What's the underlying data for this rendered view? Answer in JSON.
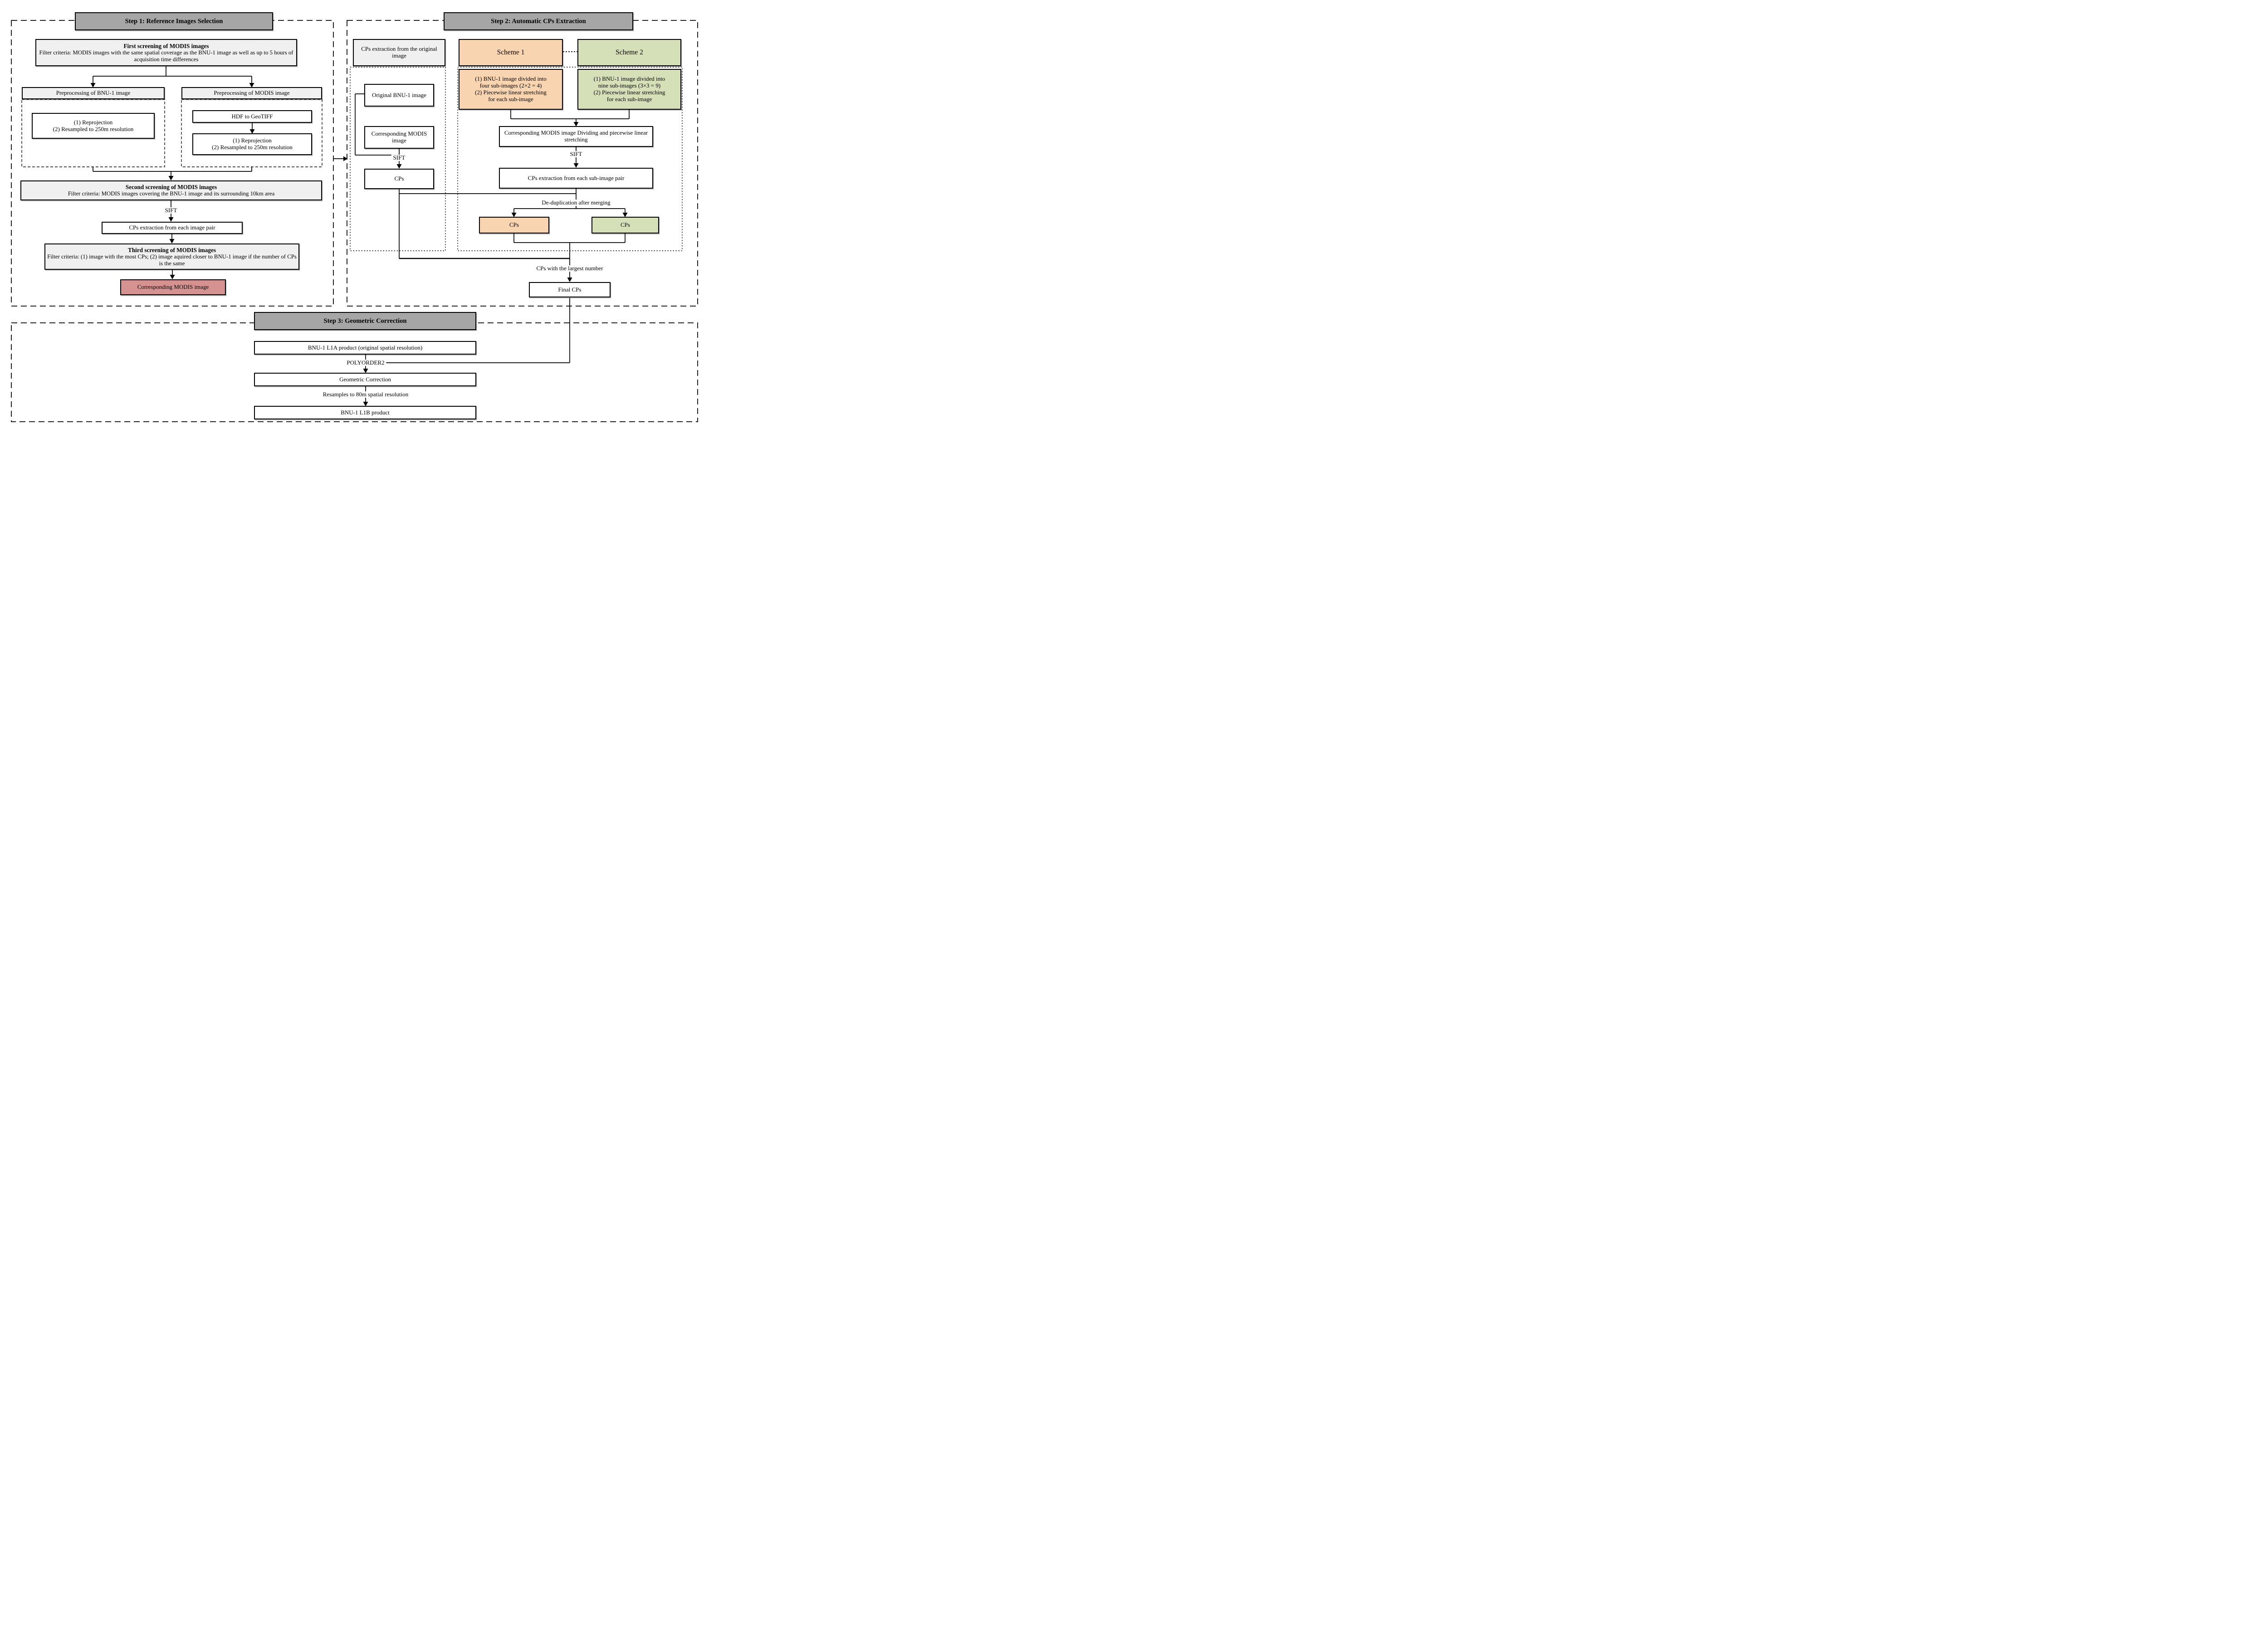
{
  "figure": {
    "type": "flowchart",
    "topic": "BNU-1 image geometric correction workflow"
  },
  "colors": {
    "step_header_gray": "#a6a6a6",
    "light_gray_box": "#f0f0f0",
    "scheme1_orange": "#f8d4b0",
    "scheme2_green": "#d5e0b9",
    "result_red": "#d69290"
  },
  "step1": {
    "header": "Step 1: Reference Images Selection",
    "first_screening": {
      "title": "First screening of MODIS  images",
      "body": "Filter criteria: MODIS images with the same spatial coverage as the BNU-1 image as well as up to 5 hours of acquisition time differences"
    },
    "preprocessing_bnu": "Preprocessing of BNU-1 image",
    "preprocessing_modis": "Preprocessing of MODIS image",
    "reprojection_bnu": "(1) Reprojection\n(2) Resampled to 250m resolution",
    "hdf_to_geotiff": "HDF to GeoTIFF",
    "reprojection_modis": "(1) Reprojection\n(2) Resampled to 250m resolution",
    "second_screening": {
      "title": "Second screening  of MODIS  images",
      "body": "Filter criteria: MODIS images covering the BNU-1 image and its surrounding 10km area"
    },
    "sift_label": "SIFT",
    "cps_extraction_pair": "CPs extraction from each image pair",
    "third_screening": {
      "title": "Third screening  of MODIS  images",
      "body": "Filter criteria: (1) image with the most CPs; (2) image aquired closer to BNU-1 image if the number of CPs is the same"
    },
    "corresponding_modis": "Corresponding MODIS image"
  },
  "step2": {
    "header": "Step 2: Automatic CPs Extraction",
    "cps_original_header": "CPs extraction from the original image",
    "original_bnu_image": "Original BNU-1 image",
    "corresponding_modis_image": "Corresponding MODIS image",
    "sift_left_label": "SIFT",
    "cps_left": "CPs",
    "scheme1": {
      "title": "Scheme 1",
      "detail": "(1) BNU-1 image divided into\nfour sub-images (2×2 = 4)\n(2) Piecewise linear stretching\nfor each sub-image"
    },
    "scheme2": {
      "title": "Scheme 2",
      "detail": "(1) BNU-1 image divided into\nnine sub-images (3×3 = 9)\n(2) Piecewise linear stretching\nfor each sub-image"
    },
    "modis_dividing": "Corresponding MODIS image Dividing and piecewise linear stretching",
    "sift_right_label": "SIFT",
    "cps_subimage": "CPs extraction from each sub-image pair",
    "dedup_label": "De-duplication after merging",
    "cps_scheme1": "CPs",
    "cps_scheme2": "CPs",
    "largest_label": "CPs with the largest number",
    "final_cps": "Final CPs"
  },
  "step3": {
    "header": "Step 3: Geometric Correction",
    "l1a_product": "BNU-1 L1A product (original spatial resolution)",
    "polyorder_label": "POLYORDER2",
    "geometric_correction": "Geometric Correction",
    "resample_label": "Resamples to 80m spatial resolution",
    "l1b_product": "BNU-1 L1B product"
  }
}
